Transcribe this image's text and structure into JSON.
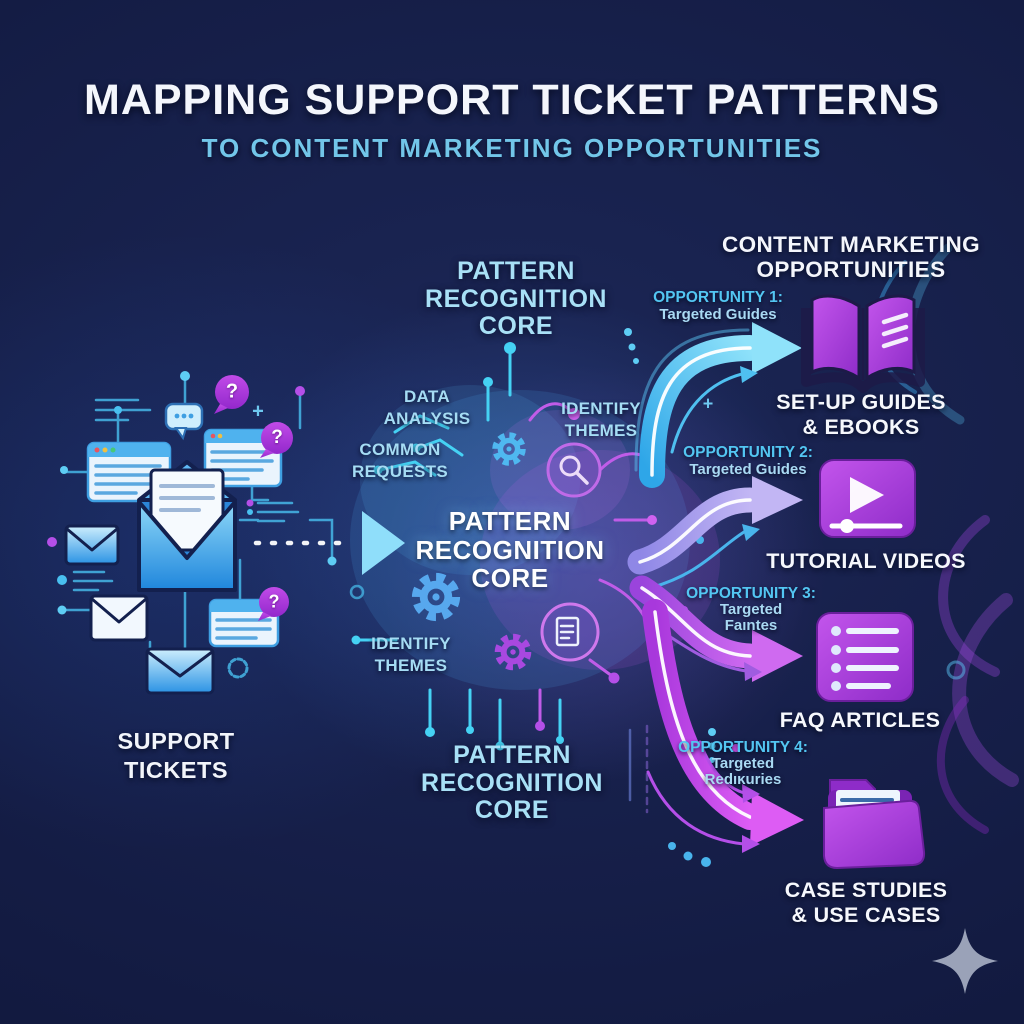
{
  "header": {
    "title": "MAPPING SUPPORT TICKET PATTERNS",
    "subtitle": "TO CONTENT MARKETING OPPORTUNITIES"
  },
  "left_cluster": {
    "label": [
      "SUPPORT",
      "TICKETS"
    ]
  },
  "core": {
    "top_label": [
      "PATTERN",
      "RECOGNITION",
      "CORE"
    ],
    "center_label": [
      "PATTERN",
      "RECOGNITION",
      "CORE"
    ],
    "bottom_label": [
      "PATTERN",
      "RECOGNITION",
      "CORE"
    ],
    "data_analysis": [
      "DATA",
      "ANALYSIS"
    ],
    "common_requests": [
      "COMMON",
      "REQUESTS"
    ],
    "identify_themes": [
      "IDENTIFY",
      "THEMES"
    ]
  },
  "right_column": {
    "header": [
      "CONTENT MARKETING",
      "OPPORTUNITIES"
    ]
  },
  "opportunities": [
    {
      "label": "OPPORTUNITY 1:",
      "sub": [
        "Targeted Guides"
      ],
      "result": [
        "SET-UP GUIDES",
        "& EBOOKS"
      ],
      "icon": "book-icon"
    },
    {
      "label": "OPPORTUNITY 2:",
      "sub": [
        "Targeted Guides"
      ],
      "result": [
        "TUTORIAL VIDEOS"
      ],
      "icon": "video-icon"
    },
    {
      "label": "OPPORTUNITY 3:",
      "sub": [
        "Targeted",
        "Faıntes"
      ],
      "result": [
        "FAQ ARTICLES"
      ],
      "icon": "faq-list-icon"
    },
    {
      "label": "OPPORTUNITY 4:",
      "sub": [
        "Targeted",
        "Redıĸuries"
      ],
      "result": [
        "CASE STUDIES",
        "& USE CASES"
      ],
      "icon": "folder-icon"
    }
  ],
  "decor": {
    "question_mark": "?",
    "plus": "+"
  },
  "colors": {
    "background": "#131b42",
    "accent_cyan": "#53c6f2",
    "label_blue": "#a5dcf4",
    "accent_purple": "#a93fe0",
    "icon_purple": "#9b30d0",
    "white": "#f4f6fc",
    "star_gray": "#9aa2b8"
  }
}
